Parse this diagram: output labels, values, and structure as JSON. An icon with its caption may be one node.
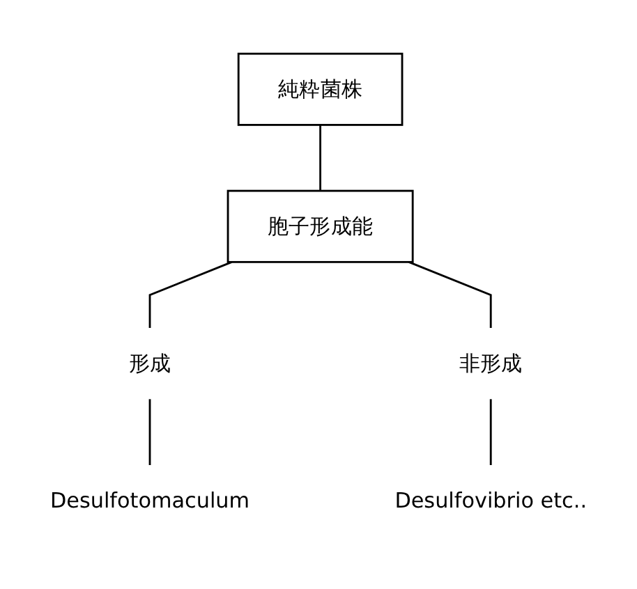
{
  "diagram": {
    "nodes": [
      {
        "text": [
          "純粋菌株"
        ]
      },
      {
        "text": [
          "胞子形成能"
        ]
      },
      {
        "text": [
          "形成"
        ]
      },
      {
        "text": [
          "非形成"
        ]
      },
      {
        "text": [
          "Desulfotomaculum"
        ]
      },
      {
        "text": [
          "Desulfovibrio etc.."
        ]
      }
    ],
    "edges": [
      {
        "from": 0,
        "to": 1,
        "arrow": "none"
      },
      {
        "from": 1,
        "to": 2,
        "arrow": "none"
      },
      {
        "from": 1,
        "to": 3,
        "arrow": "none"
      },
      {
        "from": 2,
        "to": 4,
        "arrow": "none"
      },
      {
        "from": 3,
        "to": 5,
        "arrow": "none"
      }
    ]
  }
}
